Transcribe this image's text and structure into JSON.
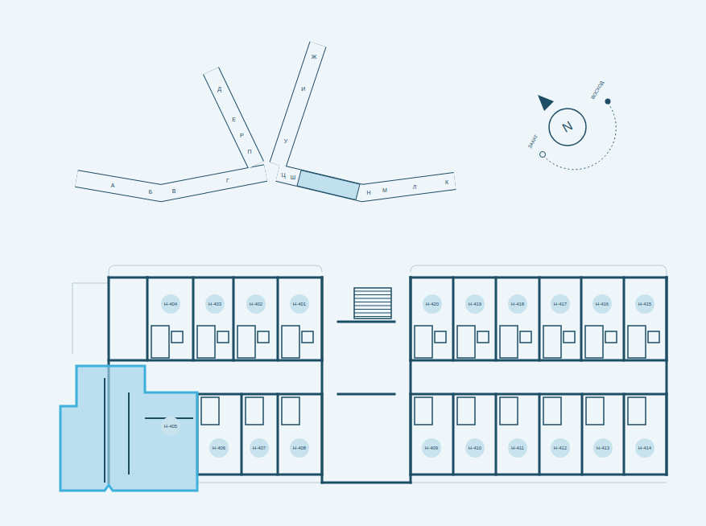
{
  "diagram": {
    "nodes": [
      {
        "text": [
          "Н-404"
        ]
      },
      {
        "text": [
          "Н-403"
        ]
      },
      {
        "text": [
          "Н-402"
        ]
      },
      {
        "text": [
          "Н-401"
        ]
      },
      {
        "text": [
          "Н-420"
        ]
      },
      {
        "text": [
          "Н-419"
        ]
      },
      {
        "text": [
          "Н-418"
        ]
      },
      {
        "text": [
          "Н-417"
        ]
      },
      {
        "text": [
          "Н-416"
        ]
      },
      {
        "text": [
          "Н-415"
        ]
      },
      {
        "text": [
          "Н-405"
        ]
      },
      {
        "text": [
          "Н-406"
        ]
      },
      {
        "text": [
          "Н-407"
        ]
      },
      {
        "text": [
          "Н-408"
        ]
      },
      {
        "text": [
          "Н-409"
        ]
      },
      {
        "text": [
          "Н-410"
        ]
      },
      {
        "text": [
          "Н-411"
        ]
      },
      {
        "text": [
          "Н-412"
        ]
      },
      {
        "text": [
          "Н-413"
        ]
      },
      {
        "text": [
          "Н-414"
        ]
      }
    ],
    "labels": [
      "А",
      "Б",
      "В",
      "Г",
      "Д",
      "Е",
      "Р",
      "П",
      "Ц",
      "Ш",
      "Н",
      "М",
      "Л",
      "К",
      "У",
      "И",
      "Ж",
      "N",
      "ВОСХОД",
      "ЗАКАТ"
    ]
  }
}
